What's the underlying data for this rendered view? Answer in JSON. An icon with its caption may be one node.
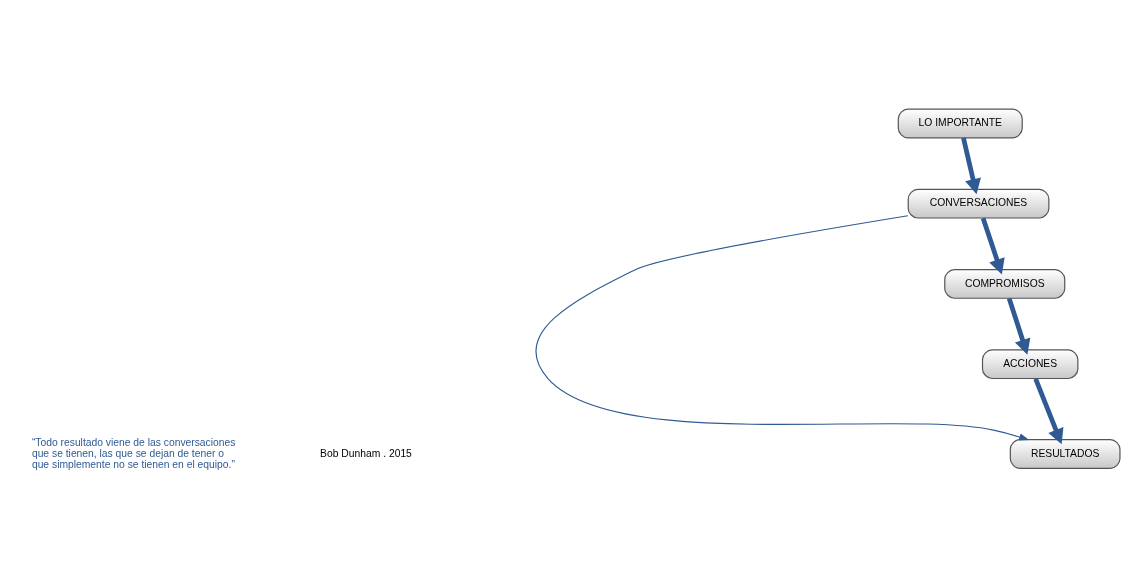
{
  "diagram": {
    "nodes": [
      {
        "text": [
          "LO IMPORTANTE"
        ]
      },
      {
        "text": [
          "CONVERSACIONES"
        ]
      },
      {
        "text": [
          "COMPROMISOS"
        ]
      },
      {
        "text": [
          "ACCIONES"
        ]
      },
      {
        "text": [
          "RESULTADOS"
        ]
      }
    ],
    "edges": [
      {
        "from": 0,
        "to": 1,
        "arrow": "to"
      },
      {
        "from": 1,
        "to": 2,
        "arrow": "to"
      },
      {
        "from": 2,
        "to": 3,
        "arrow": "to"
      },
      {
        "from": 3,
        "to": 4,
        "arrow": "to"
      },
      {
        "from": 1,
        "to": 4,
        "arrow": "to"
      }
    ],
    "labels": [
      "“Todo resultado viene de las conversaciones que se tienen, las que se dejan de tener o que simplemente no se tienen en el equipo.”",
      "Bob Dunham . 2015"
    ]
  }
}
